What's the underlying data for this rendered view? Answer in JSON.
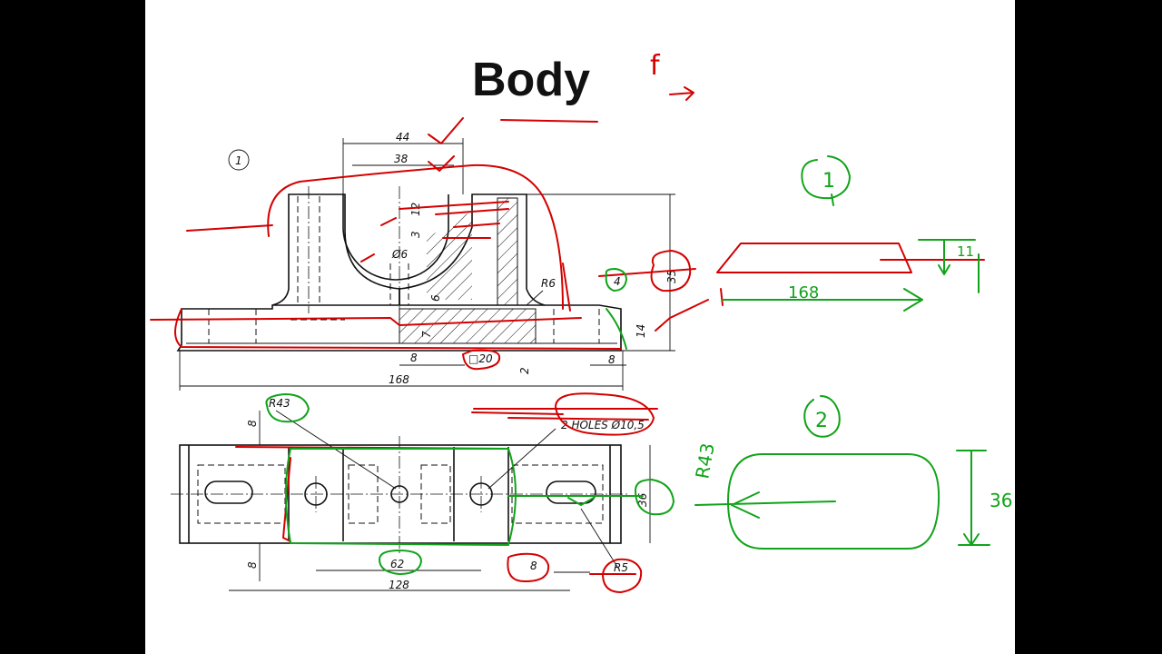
{
  "slide": {
    "title": "Body",
    "view_number": "1"
  },
  "front_view": {
    "dims": {
      "d44": "44",
      "d38": "38",
      "d12": "12",
      "d3": "3",
      "phi6": "Ø6",
      "d6": "6",
      "r6": "R6",
      "d4": "4",
      "d35": "35",
      "d14": "14",
      "d7": "7",
      "d8a": "8",
      "sq20": "□20",
      "d2": "2",
      "d8b": "8",
      "d168": "168"
    }
  },
  "top_view": {
    "dims": {
      "r43": "R43",
      "d8a": "8",
      "holes": "2 HOLES Ø10,5",
      "d36": "36",
      "d8b": "8",
      "d62": "62",
      "d8c": "8",
      "r5": "R5",
      "d128": "128"
    }
  },
  "annotations": {
    "f": "f",
    "step1": "1",
    "len1": "168",
    "h11": "11",
    "step2": "2",
    "r43": "R43",
    "w36": "36"
  },
  "colors": {
    "red_marker": "#d40000",
    "green_marker": "#11a31a",
    "ink": "#111111"
  }
}
